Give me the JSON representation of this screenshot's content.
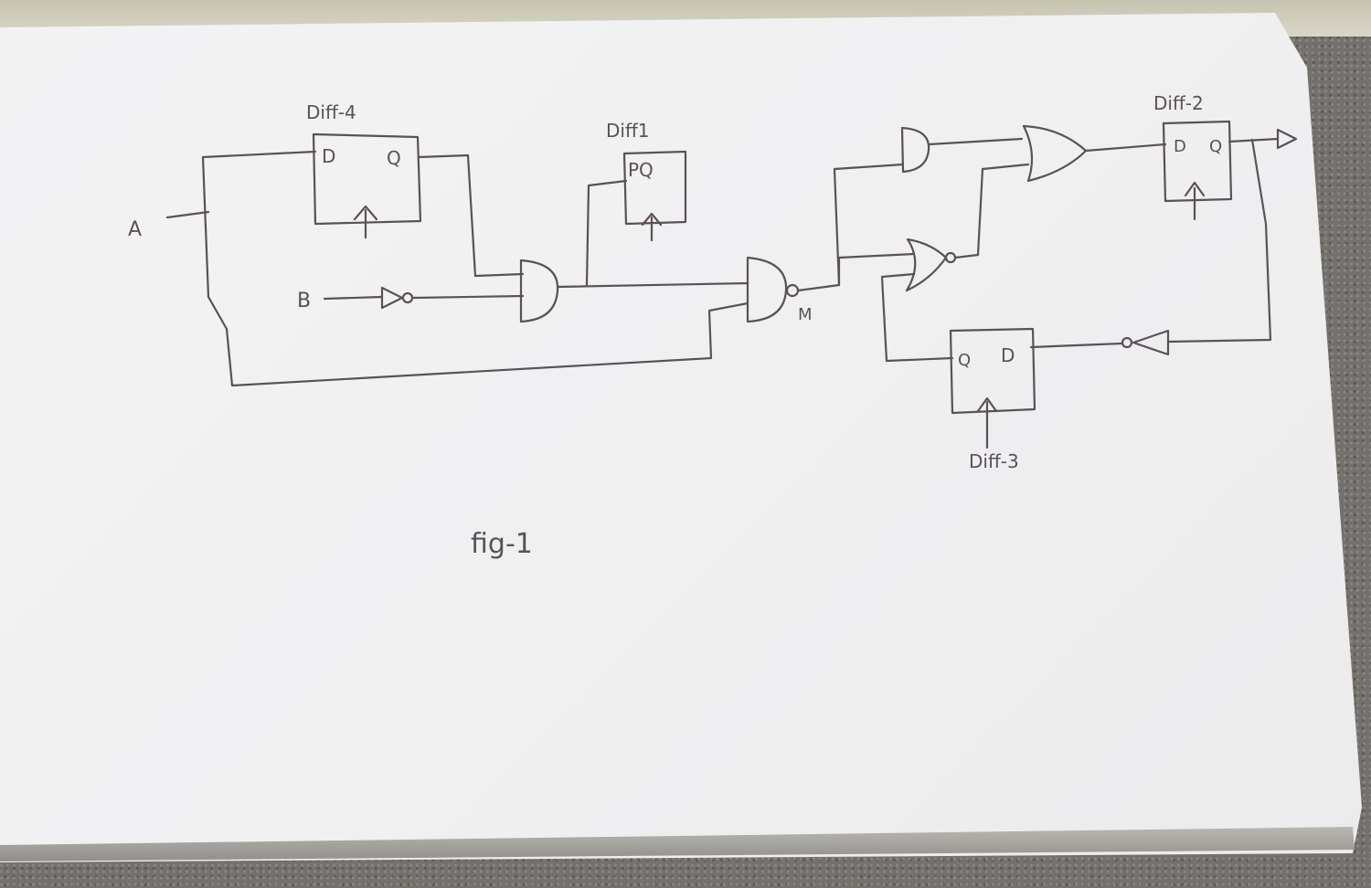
{
  "labels": {
    "input_a": "A",
    "input_b": "B",
    "net_m": "M",
    "ff_diff4": "Diff-4",
    "ff_diff1": "Diff1",
    "ff_diff2": "Diff-2",
    "ff_diff3": "Diff-3",
    "caption": "fig-1"
  },
  "pins": {
    "diff4_d": "D",
    "diff4_q": "Q",
    "diff1_pq": "PQ",
    "diff2_d": "D",
    "diff2_q": "Q",
    "diff3_q": "Q",
    "diff3_d": "D"
  },
  "colors": {
    "ink": "#5b5156",
    "paper": "#f0f0f1",
    "carpet": "#74716d"
  }
}
